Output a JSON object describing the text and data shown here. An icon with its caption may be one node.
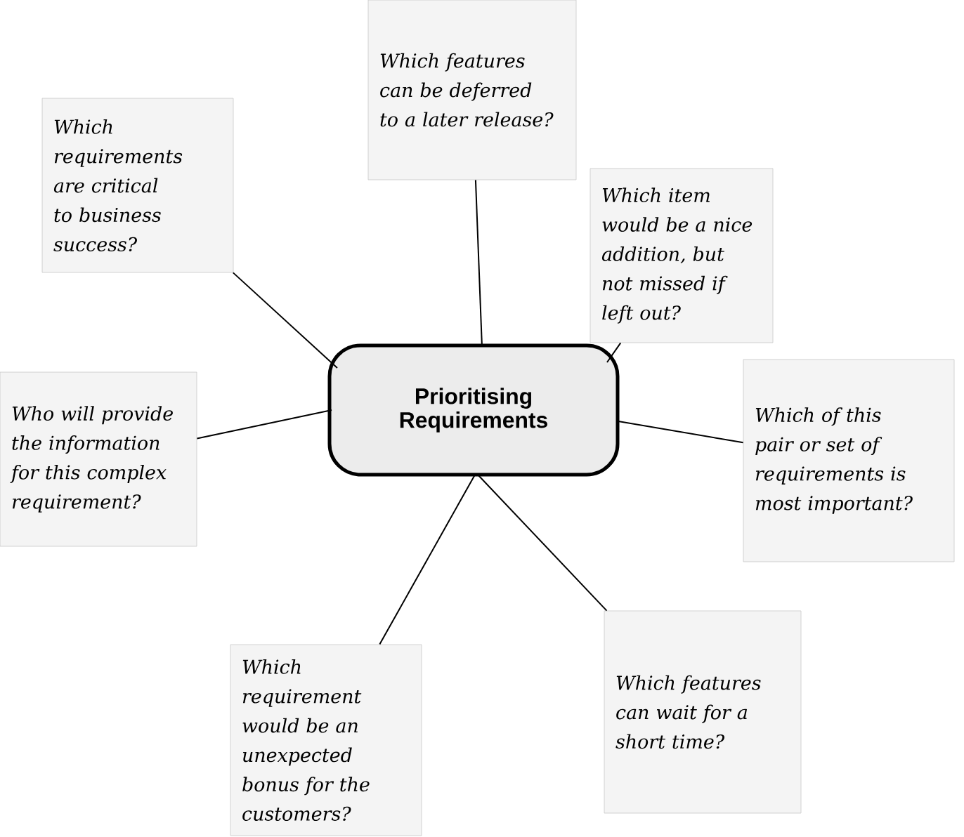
{
  "diagram": {
    "nodes": [
      {
        "text": [
          "Prioritising Requirements"
        ]
      },
      {
        "text": [
          "Which features can be deferred to a later release?"
        ]
      },
      {
        "text": [
          "Which requirements are critical to business success?"
        ]
      },
      {
        "text": [
          "Which item would be a nice addition, but not missed if left out?"
        ]
      },
      {
        "text": [
          "Who will provide the information for this complex requirement?"
        ]
      },
      {
        "text": [
          "Which of this pair or set of requirements is most important?"
        ]
      },
      {
        "text": [
          "Which requirement would be an unexpected bonus for the customers?"
        ]
      },
      {
        "text": [
          "Which features can wait for a short time?"
        ]
      }
    ],
    "edges": [
      {
        "from": 0,
        "to": 1,
        "arrow": "none"
      },
      {
        "from": 0,
        "to": 2,
        "arrow": "none"
      },
      {
        "from": 0,
        "to": 3,
        "arrow": "none"
      },
      {
        "from": 0,
        "to": 4,
        "arrow": "none"
      },
      {
        "from": 0,
        "to": 5,
        "arrow": "none"
      },
      {
        "from": 0,
        "to": 6,
        "arrow": "none"
      },
      {
        "from": 0,
        "to": 7,
        "arrow": "none"
      }
    ]
  }
}
